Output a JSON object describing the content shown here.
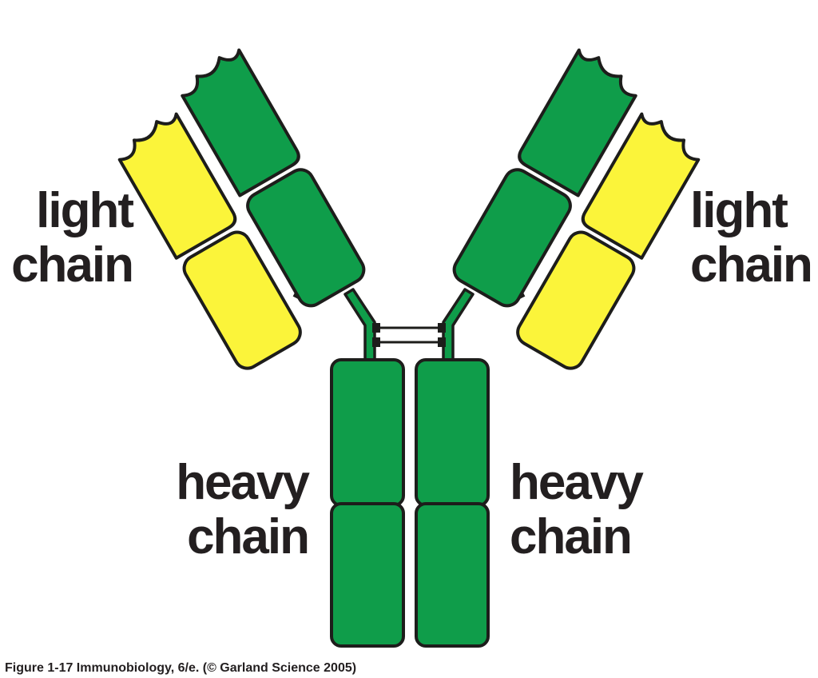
{
  "labels": {
    "light_chain_left_line1": "light",
    "light_chain_left_line2": "chain",
    "light_chain_right_line1": "light",
    "light_chain_right_line2": "chain",
    "heavy_chain_left_line1": "heavy",
    "heavy_chain_left_line2": "chain",
    "heavy_chain_right_line1": "heavy",
    "heavy_chain_right_line2": "chain"
  },
  "caption": "Figure 1-17  Immunobiology, 6/e. (© Garland Science 2005)",
  "colors": {
    "heavy_chain": "#0f9d4a",
    "light_chain": "#fbf43a",
    "outline": "#1d1d1b",
    "text": "#231f20"
  }
}
